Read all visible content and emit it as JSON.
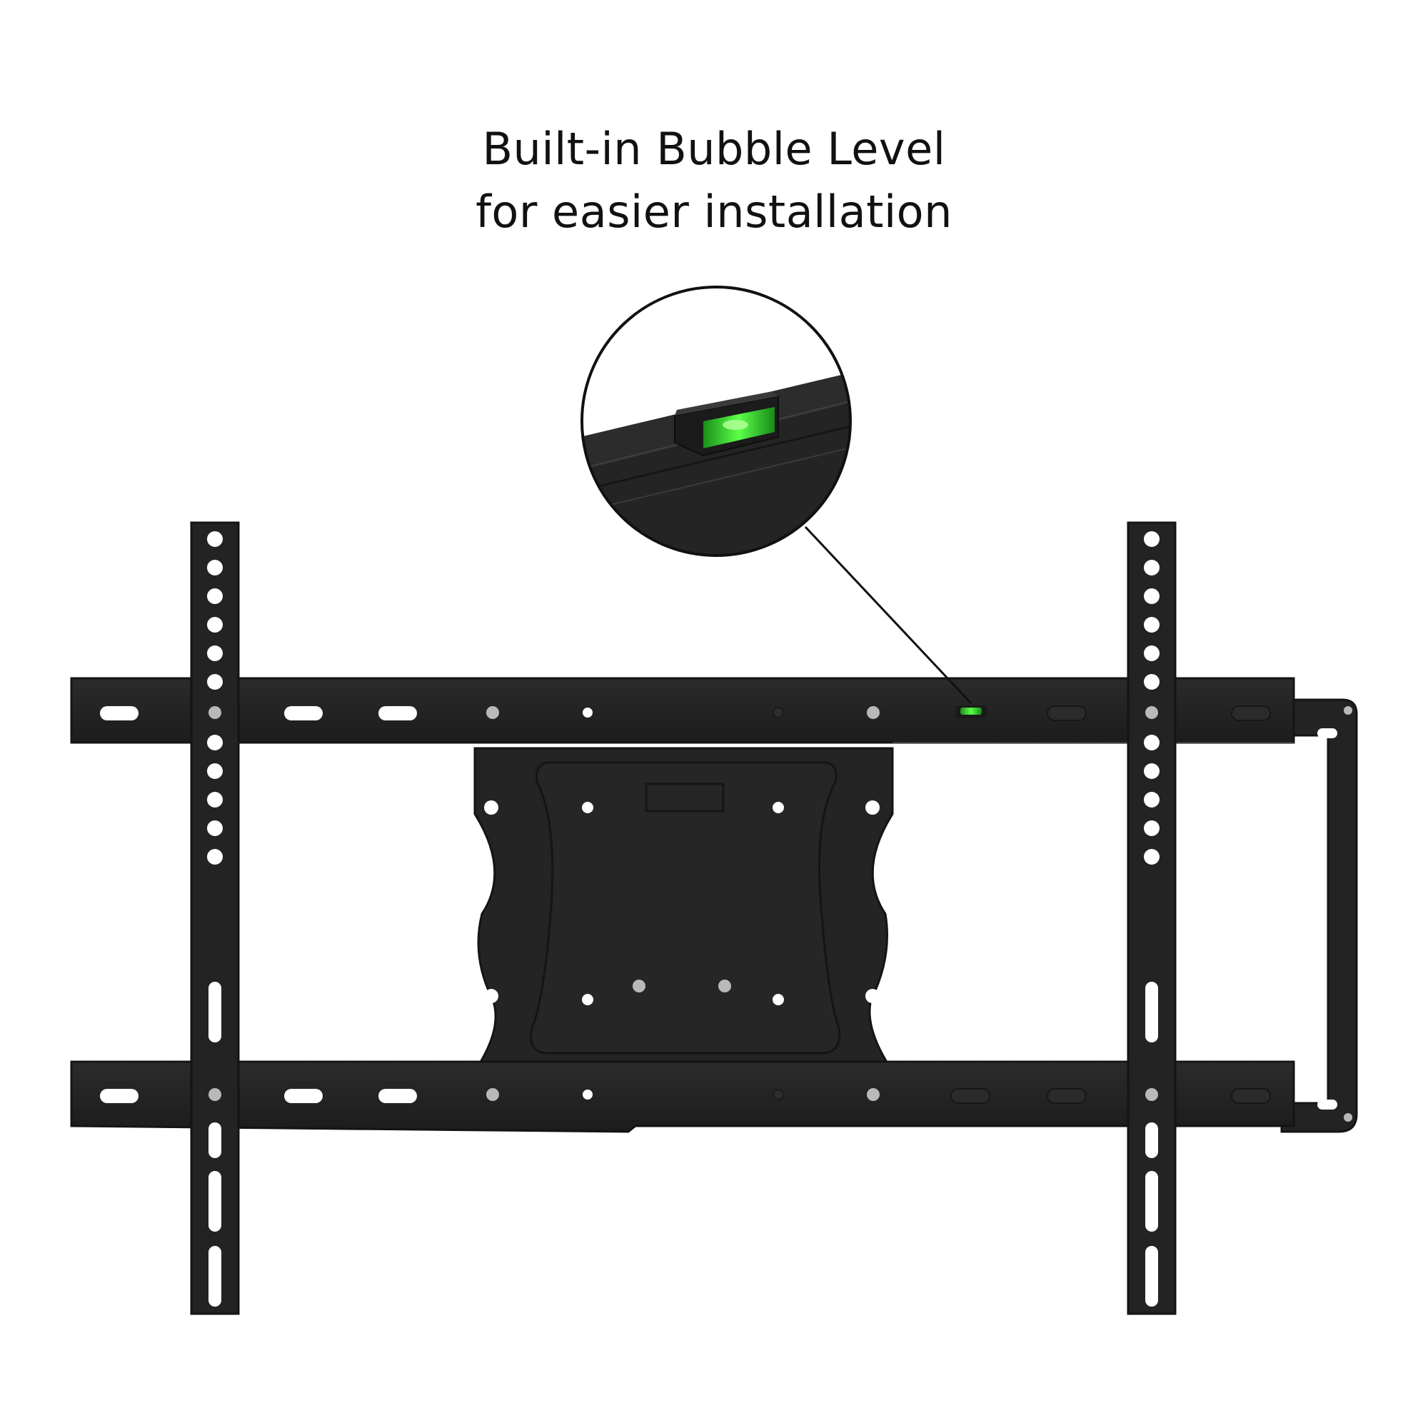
{
  "headline": {
    "line1": "Built-in Bubble Level",
    "line2": "for easier installation"
  },
  "colors": {
    "background": "#ffffff",
    "metal": "#232323",
    "metal_edge": "#141414",
    "bubble_green": "#2fd12f",
    "bolt": "#b9b9b9",
    "text": "#111111"
  },
  "illustration": {
    "subject": "tv-wall-mount-bracket",
    "callout": "bubble-level-zoom"
  }
}
